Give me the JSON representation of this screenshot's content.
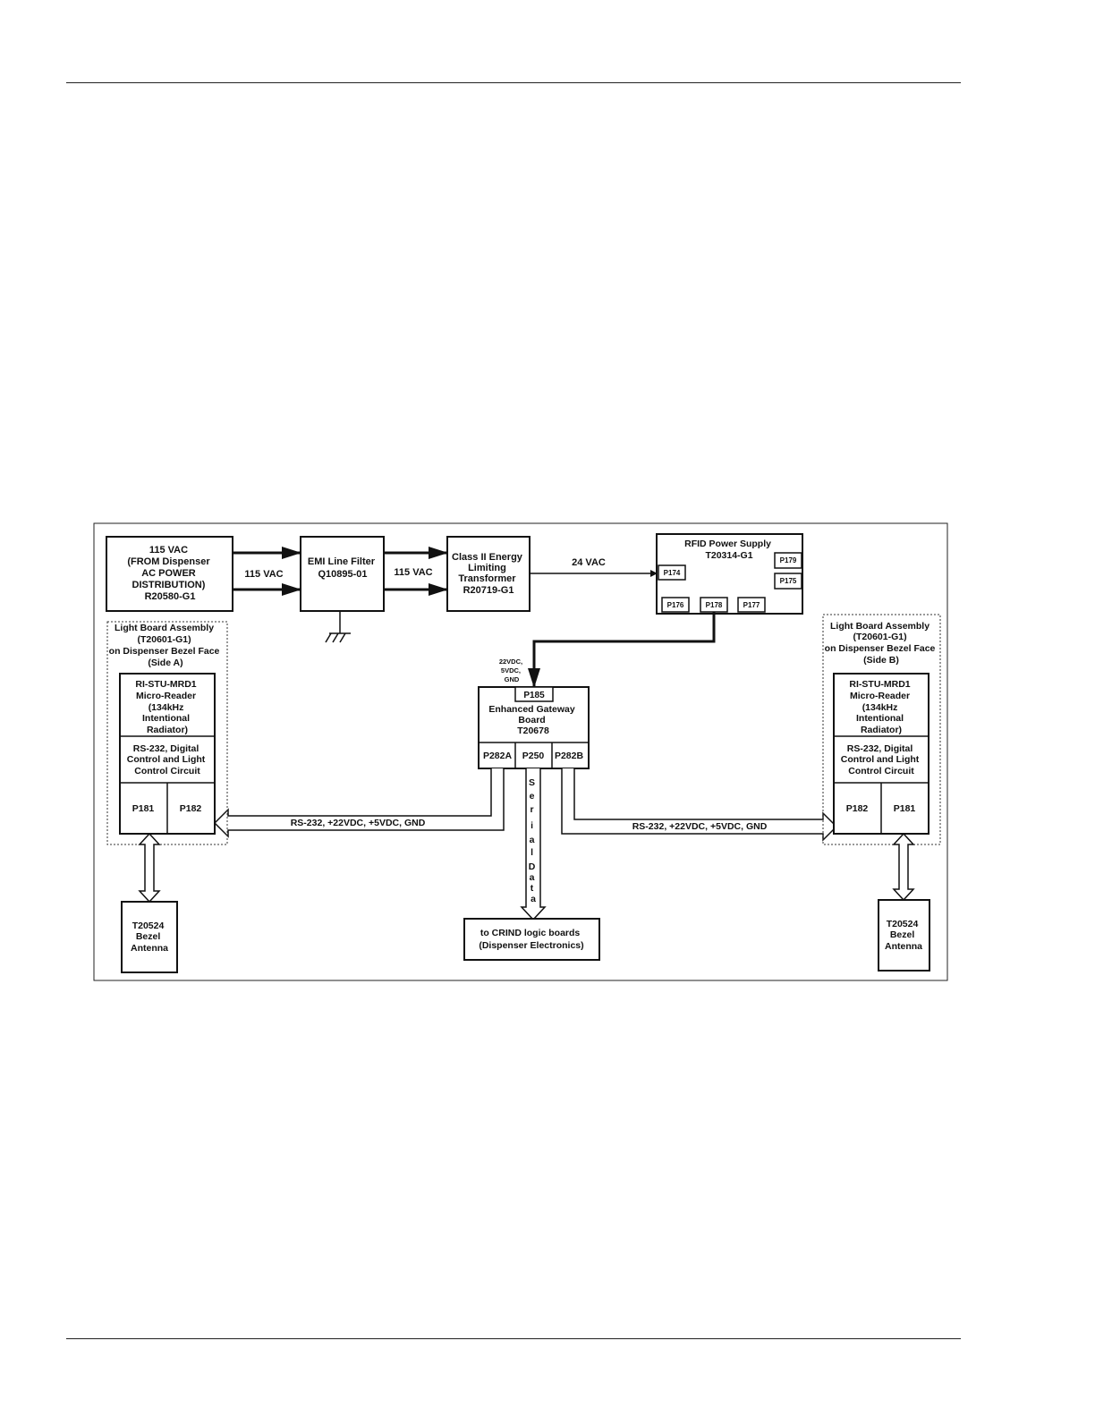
{
  "ac_source": {
    "lines": [
      "115 VAC",
      "(FROM Dispenser",
      "AC POWER",
      "DISTRIBUTION)",
      "R20580-G1"
    ]
  },
  "emi_filter": {
    "lines": [
      "EMI Line Filter",
      "Q10895-01"
    ]
  },
  "transformer": {
    "lines": [
      "Class II Energy",
      "Limiting",
      "Transformer",
      "R20719-G1"
    ]
  },
  "rfid_supply": {
    "lines": [
      "RFID Power Supply",
      "T20314-G1"
    ],
    "ports": {
      "p174": "P174",
      "p179": "P179",
      "p175": "P175",
      "p176": "P176",
      "p178": "P178",
      "p177": "P177"
    }
  },
  "labels": {
    "vac_115_a": "115 VAC",
    "vac_115_b": "115 VAC",
    "vac_24": "24 VAC",
    "dc_feed": [
      "22VDC,",
      "5VDC,",
      "GND"
    ],
    "bus_a": "RS-232, +22VDC, +5VDC, GND",
    "bus_b": "RS-232, +22VDC, +5VDC, GND",
    "serial_data": [
      "S",
      "e",
      "r",
      "i",
      "a",
      "l",
      "D",
      "a",
      "t",
      "a"
    ]
  },
  "gateway": {
    "p185": "P185",
    "lines": [
      "Enhanced Gateway",
      "Board",
      "T20678"
    ],
    "ports": {
      "p282a": "P282A",
      "p250": "P250",
      "p282b": "P282B"
    }
  },
  "crind": {
    "lines": [
      "to CRIND logic boards",
      "(Dispenser Electronics)"
    ]
  },
  "side_a": {
    "assembly": [
      "Light Board Assembly",
      "(T20601-G1)",
      "on Dispenser Bezel Face",
      "(Side A)"
    ],
    "reader": [
      "RI-STU-MRD1",
      "Micro-Reader",
      "(134kHz",
      "Intentional",
      "Radiator)"
    ],
    "control": [
      "RS-232, Digital",
      "Control and Light",
      "Control Circuit"
    ],
    "port_left": "P181",
    "port_right": "P182",
    "antenna": [
      "T20524",
      "Bezel",
      "Antenna"
    ]
  },
  "side_b": {
    "assembly": [
      "Light Board Assembly",
      "(T20601-G1)",
      "on Dispenser Bezel Face",
      "(Side B)"
    ],
    "reader": [
      "RI-STU-MRD1",
      "Micro-Reader",
      "(134kHz",
      "Intentional",
      "Radiator)"
    ],
    "control": [
      "RS-232, Digital",
      "Control and Light",
      "Control Circuit"
    ],
    "port_left": "P182",
    "port_right": "P181",
    "antenna": [
      "T20524",
      "Bezel",
      "Antenna"
    ]
  }
}
